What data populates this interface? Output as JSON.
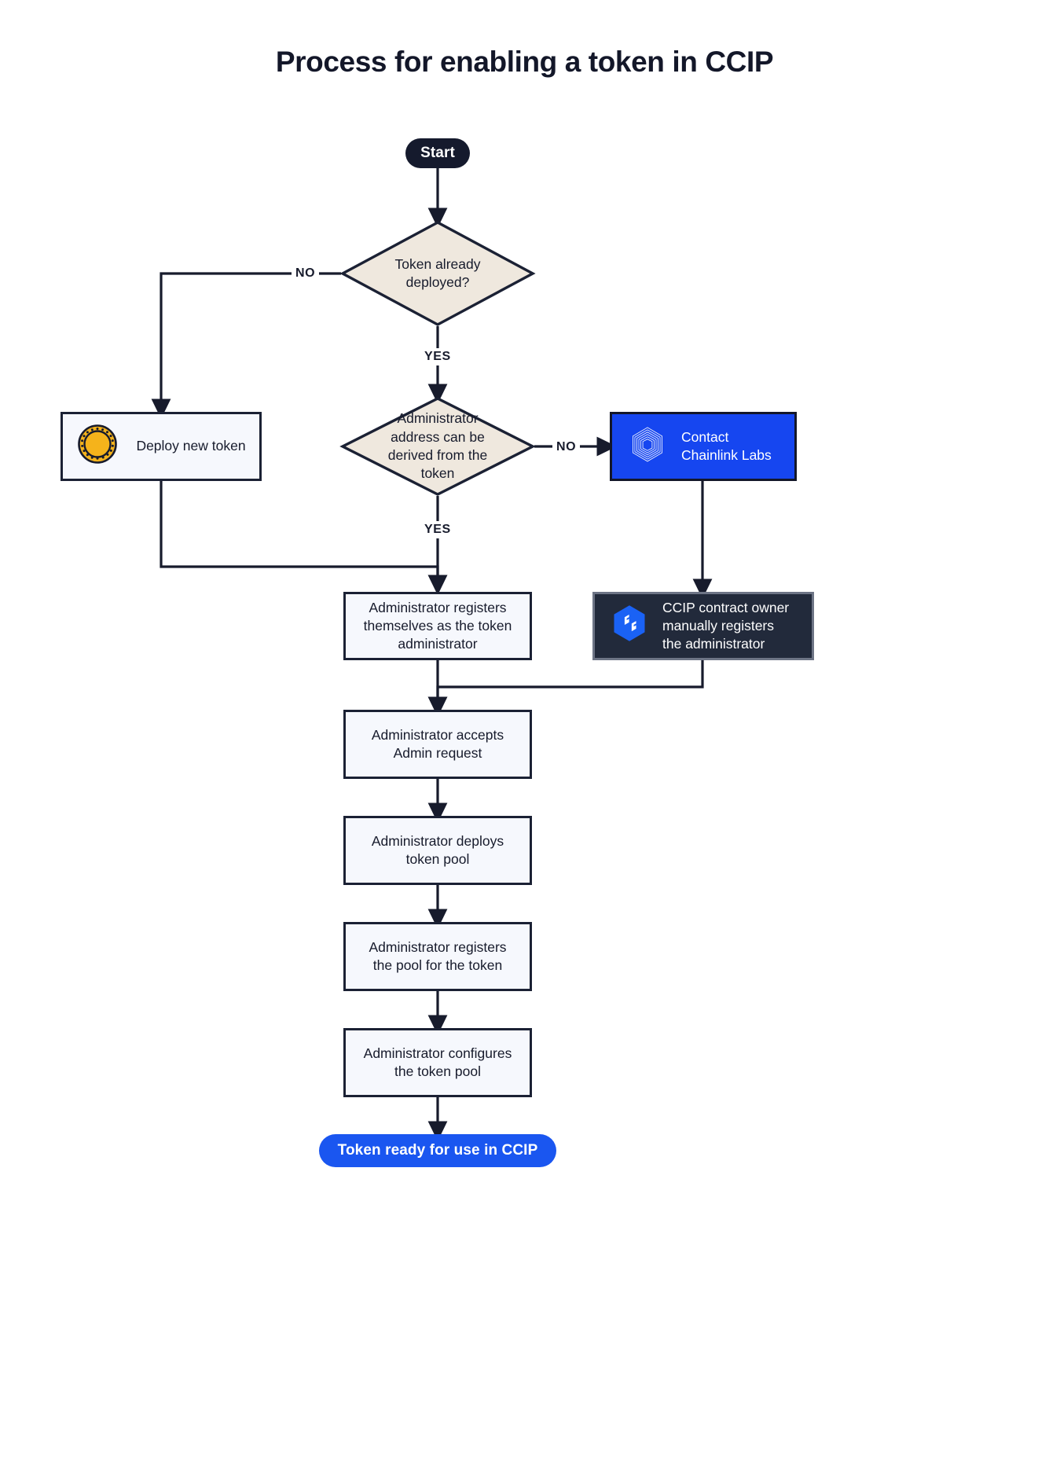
{
  "page": {
    "title": "Process for enabling a token in CCIP",
    "background": "#ffffff"
  },
  "colors": {
    "ink": "#171b2c",
    "decision_fill": "#efe8de",
    "decision_stroke": "#1b2134",
    "process_fill": "#f6f8fd",
    "process_stroke": "#1b2134",
    "brand_blue": "#1646f0",
    "dark_panel": "#222a3b",
    "dark_panel_stroke": "#6d7485",
    "coin_gold": "#f5b31b",
    "start_pill": "#151a2d",
    "end_pill": "#1a56f0"
  },
  "nodes": {
    "start": {
      "label": "Start",
      "shape": "pill"
    },
    "decision_token_deployed": {
      "label": "Token already\ndeployed?",
      "shape": "diamond"
    },
    "deploy_new_token": {
      "label": "Deploy new token",
      "shape": "process",
      "icon": "gold-coin-icon"
    },
    "decision_admin_derived": {
      "label": "Administrator\naddress can be\nderived from the\ntoken",
      "shape": "diamond"
    },
    "contact_chainlink_labs": {
      "label": "Contact\nChainlink Labs",
      "shape": "process",
      "icon": "chainlink-logo-icon"
    },
    "admin_registers_self": {
      "label": "Administrator registers\nthemselves as the token\nadministrator",
      "shape": "process"
    },
    "ccip_owner_registers": {
      "label": "CCIP contract owner\nmanually registers\nthe administrator",
      "shape": "process",
      "icon": "ccip-hex-icon"
    },
    "admin_accepts": {
      "label": "Administrator accepts\nAdmin request",
      "shape": "process"
    },
    "admin_deploys_pool": {
      "label": "Administrator deploys\ntoken pool",
      "shape": "process"
    },
    "admin_registers_pool": {
      "label": "Administrator registers\nthe pool for the token",
      "shape": "process"
    },
    "admin_configures_pool": {
      "label": "Administrator configures\nthe token pool",
      "shape": "process"
    },
    "end": {
      "label": "Token ready for use in CCIP",
      "shape": "pill"
    }
  },
  "edge_labels": {
    "deployed_no": "NO",
    "deployed_yes": "YES",
    "derived_no": "NO",
    "derived_yes": "YES"
  }
}
